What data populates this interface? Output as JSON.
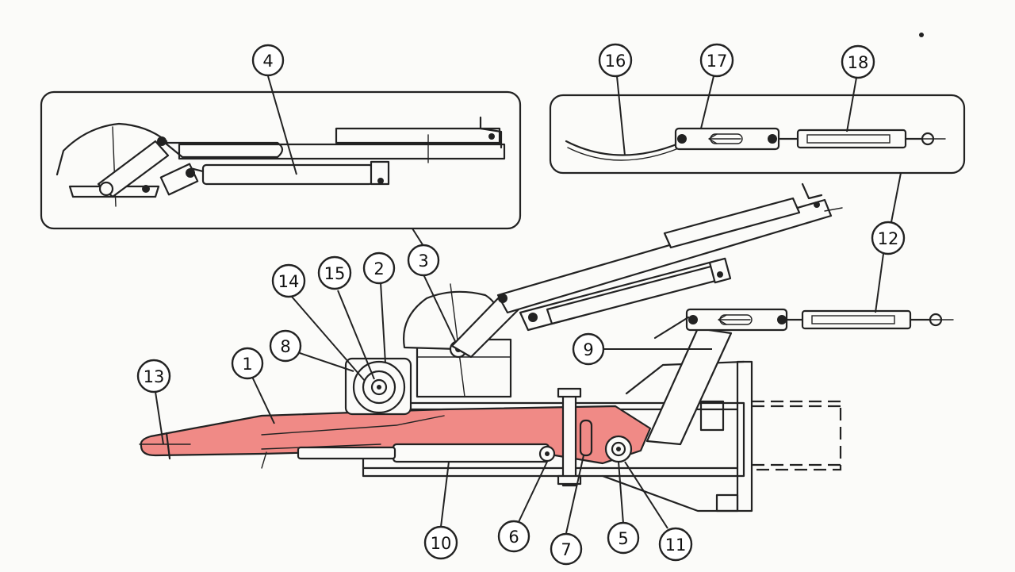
{
  "colors": {
    "highlight": "#f08a86",
    "line": "#222222",
    "background": "#fbfbf9"
  },
  "callouts": {
    "c1": "1",
    "c2": "2",
    "c3": "3",
    "c4": "4",
    "c5": "5",
    "c6": "6",
    "c7": "7",
    "c8": "8",
    "c9": "9",
    "c10": "10",
    "c11": "11",
    "c12": "12",
    "c13": "13",
    "c14": "14",
    "c15": "15",
    "c16": "16",
    "c17": "17",
    "c18": "18"
  }
}
